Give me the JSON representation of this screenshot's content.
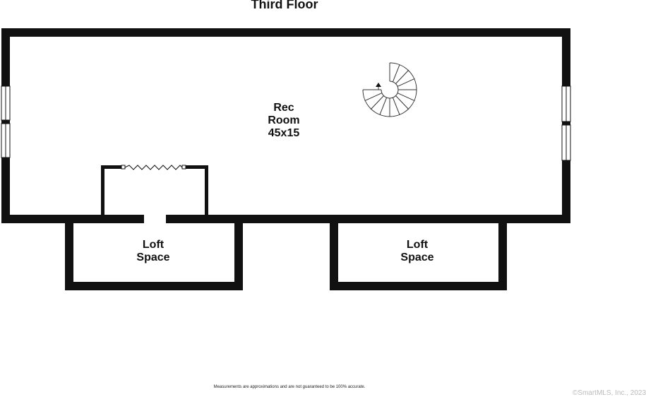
{
  "floor": {
    "title": "Third Floor"
  },
  "rooms": {
    "rec_room": {
      "line1": "Rec",
      "line2": "Room",
      "dimensions": "45x15"
    },
    "loft_left": {
      "line1": "Loft",
      "line2": "Space"
    },
    "loft_right": {
      "line1": "Loft",
      "line2": "Space"
    }
  },
  "features": {
    "stair_icon": "spiral-staircase-icon",
    "closet_door_icon": "bifold-door-icon",
    "window_icon": "window-icon"
  },
  "footer": {
    "disclaimer": "Measurements are approximations and are not guaranteed to be 100% accurate.",
    "copyright": "©SmartMLS, Inc., 2023"
  }
}
